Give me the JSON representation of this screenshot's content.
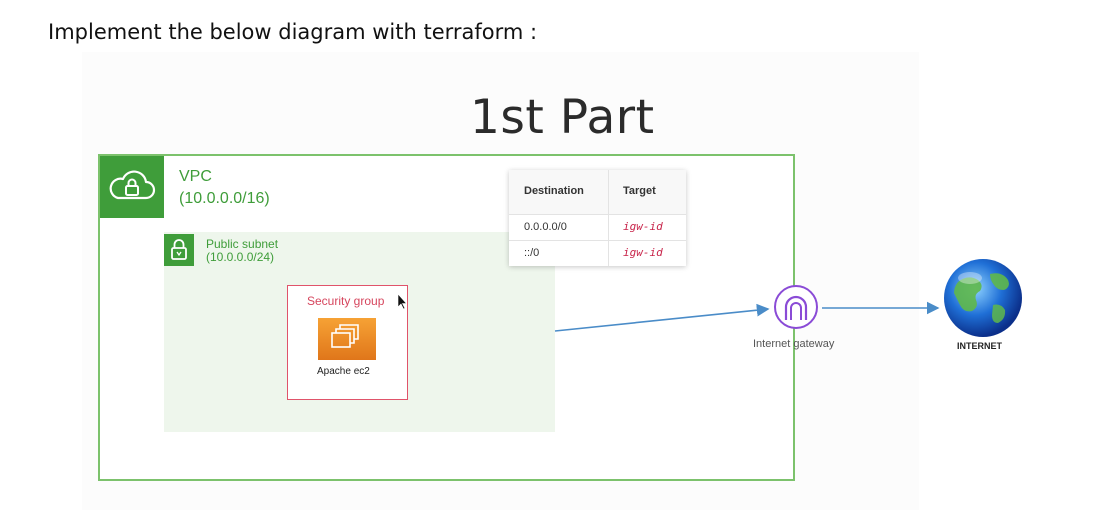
{
  "heading": "Implement the below diagram with terraform :",
  "title": "1st Part",
  "vpc": {
    "name": "VPC",
    "cidr": "(10.0.0.0/16)"
  },
  "subnet": {
    "name": "Public subnet",
    "cidr": "(10.0.0.0/24)"
  },
  "security_group": {
    "label": "Security group"
  },
  "ec2": {
    "label": "Apache ec2"
  },
  "route_table": {
    "columns": [
      "Destination",
      "Target"
    ],
    "rows": [
      {
        "destination": "0.0.0.0/0",
        "target": "igw-id"
      },
      {
        "destination": "::/0",
        "target": "igw-id"
      }
    ]
  },
  "internet_gateway": {
    "label": "Internet gateway"
  },
  "internet": {
    "label": "INTERNET"
  },
  "colors": {
    "vpc_green": "#3f9d3a",
    "security_red": "#e0536a",
    "ec2_orange": "#f08a24",
    "igw_purple": "#8a4bd6",
    "arrow_blue": "#4a8cc8",
    "target_red": "#c8244a"
  },
  "icons": [
    "cloud-lock-icon",
    "padlock-icon",
    "ec2-instances-icon",
    "internet-gateway-icon",
    "globe-icon",
    "mouse-cursor-icon"
  ]
}
